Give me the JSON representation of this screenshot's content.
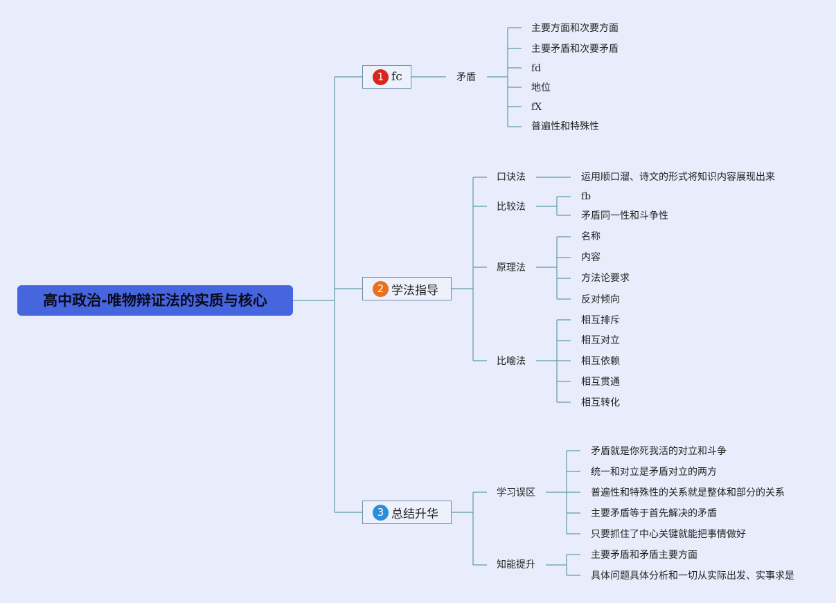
{
  "root": {
    "label": "高中政治-唯物辩证法的实质与核心",
    "color": "#4666e0"
  },
  "branches": [
    {
      "number": "1",
      "label": "fc",
      "badge_color": "#d9261c",
      "children": [
        {
          "label": "矛盾",
          "children": [
            "主要方面和次要方面",
            "主要矛盾和次要矛盾",
            "fd",
            "地位",
            "fX",
            "普遍性和特殊性"
          ]
        }
      ]
    },
    {
      "number": "2",
      "label": "学法指导",
      "badge_color": "#e8701e",
      "children": [
        {
          "label": "口诀法",
          "children": [
            "运用顺口溜、诗文的形式将知识内容展现出来"
          ]
        },
        {
          "label": "比较法",
          "children": [
            "fb",
            "矛盾同一性和斗争性"
          ]
        },
        {
          "label": "原理法",
          "children": [
            "名称",
            "内容",
            "方法论要求",
            "反对倾向"
          ]
        },
        {
          "label": "比喻法",
          "children": [
            "相互排斥",
            "相互对立",
            "相互依赖",
            "相互贯通",
            "相互转化"
          ]
        }
      ]
    },
    {
      "number": "3",
      "label": "总结升华",
      "badge_color": "#2a8fd8",
      "children": [
        {
          "label": "学习误区",
          "children": [
            "矛盾就是你死我活的对立和斗争",
            "统一和对立是矛盾对立的两方",
            "普遍性和特殊性的关系就是整体和部分的关系",
            "主要矛盾等于首先解决的矛盾",
            "只要抓住了中心关键就能把事情做好"
          ]
        },
        {
          "label": "知能提升",
          "children": [
            "主要矛盾和矛盾主要方面",
            "具体问题具体分析和一切从实际出发、实事求是"
          ]
        }
      ]
    }
  ],
  "line_color": "#5e9aa6"
}
